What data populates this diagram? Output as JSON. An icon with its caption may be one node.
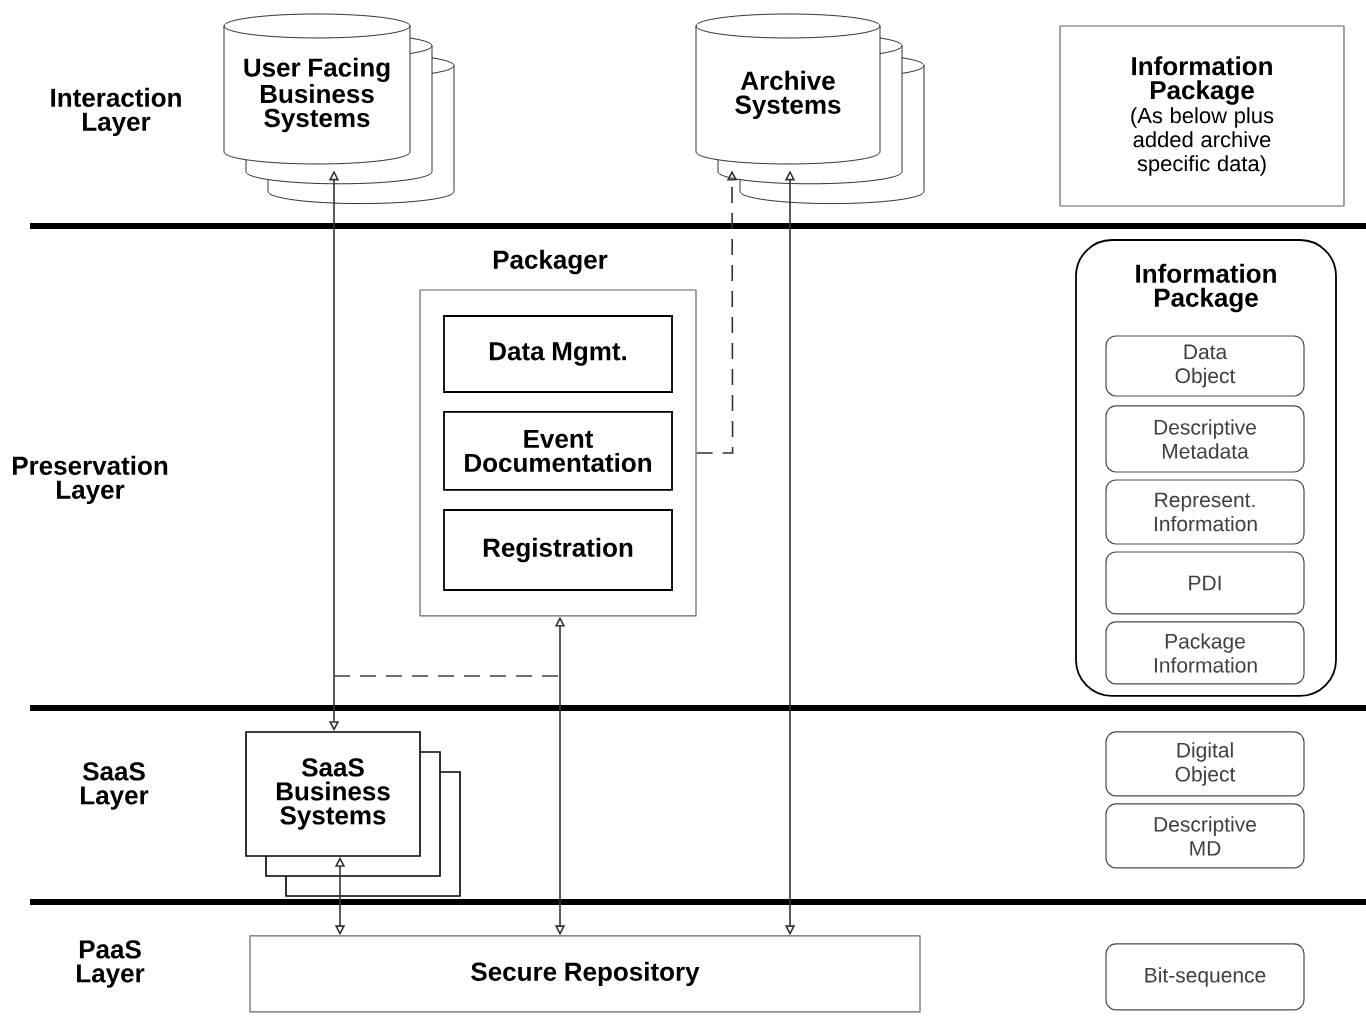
{
  "diagram": {
    "nodes": [
      {
        "text": [
          "User Facing Business Systems"
        ]
      },
      {
        "text": [
          "Archive Systems"
        ]
      },
      {
        "text": [
          "Information Package",
          "(As below plus added archive specific data)"
        ]
      },
      {
        "text": [
          "Packager"
        ]
      },
      {
        "text": [
          "Data Mgmt."
        ],
        "in": 3
      },
      {
        "text": [
          "Event Documentation"
        ],
        "in": 3
      },
      {
        "text": [
          "Registration"
        ],
        "in": 3
      },
      {
        "text": [
          "Information Package"
        ]
      },
      {
        "text": [
          "Data Object"
        ],
        "in": 7
      },
      {
        "text": [
          "Descriptive Metadata"
        ],
        "in": 7
      },
      {
        "text": [
          "Represent. Information"
        ],
        "in": 7
      },
      {
        "text": [
          "PDI"
        ],
        "in": 7
      },
      {
        "text": [
          "Package Information"
        ],
        "in": 7
      },
      {
        "text": [
          "SaaS Business Systems"
        ]
      },
      {
        "text": [
          "Digital Object"
        ]
      },
      {
        "text": [
          "Descriptive MD"
        ]
      },
      {
        "text": [
          "Secure Repository"
        ]
      },
      {
        "text": [
          "Bit-sequence"
        ]
      }
    ],
    "edges": [
      {
        "from": 0,
        "to": 13,
        "arrow": "both"
      },
      {
        "from": 13,
        "to": 16,
        "arrow": "both"
      },
      {
        "from": 3,
        "to": 16,
        "arrow": "both"
      },
      {
        "from": 1,
        "to": 16,
        "arrow": "both"
      },
      {
        "from": 3,
        "to": 1,
        "arrow": "to",
        "style": "dashed"
      }
    ],
    "labels": [
      "Interaction Layer",
      "Preservation Layer",
      "SaaS Layer",
      "PaaS Layer"
    ]
  }
}
